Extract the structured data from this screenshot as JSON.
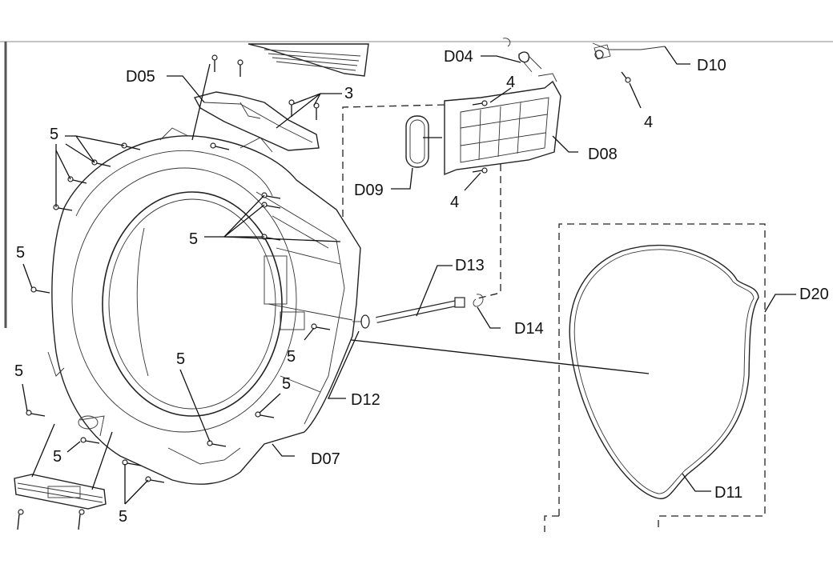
{
  "callouts": {
    "D04": "D04",
    "D05": "D05",
    "D07": "D07",
    "D08": "D08",
    "D09": "D09",
    "D10": "D10",
    "D11": "D11",
    "D12": "D12",
    "D13": "D13",
    "D14": "D14",
    "D20": "D20",
    "screw_3": "3",
    "screw_4": "4",
    "screw_5": "5"
  },
  "parts": {
    "D04": "clip",
    "D05": "top-bracket",
    "D07": "front-tub",
    "D08": "filter-housing",
    "D09": "filter-gasket",
    "D10": "hose-clamp",
    "D11": "tub-seal",
    "D12": "hose-fitting",
    "D13": "hose",
    "D14": "hose-clip",
    "D20": "seal-group-box"
  }
}
